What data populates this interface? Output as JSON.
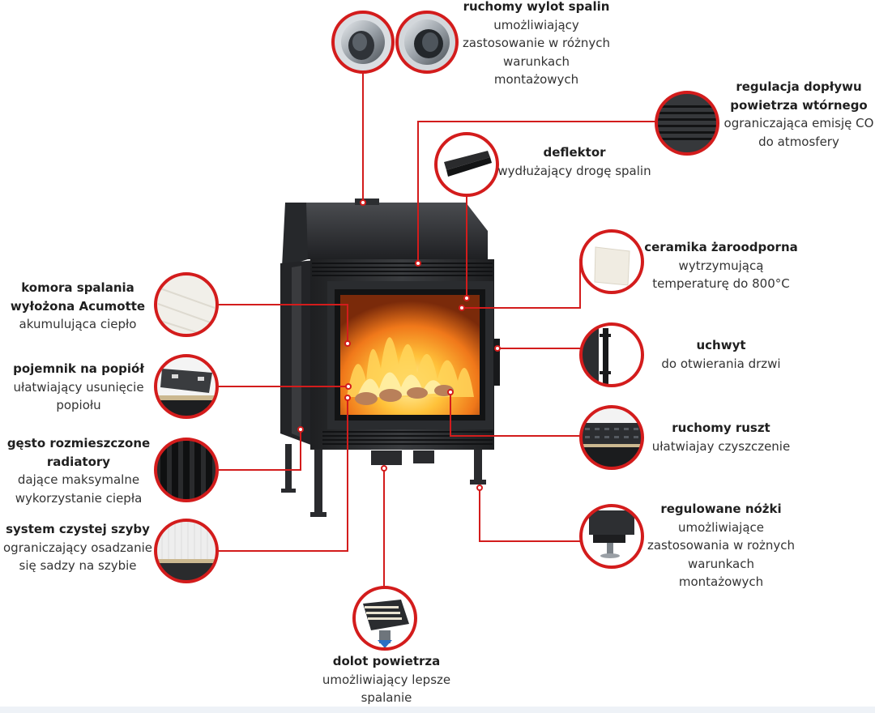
{
  "colors": {
    "accent": "#d31c1c",
    "stove": "#2b2d30",
    "flame": "#f39a1e"
  },
  "features": [
    {
      "id": "ruchomy-wylot",
      "title": [
        "ruchomy wylot spalin"
      ],
      "desc": [
        "umożliwiający",
        "zastosowanie w różnych",
        "warunkach",
        "montażowych"
      ],
      "icon": "flue-outlet-icon"
    },
    {
      "id": "regulacja-doplywu",
      "title": [
        "regulacja dopływu",
        "powietrza wtórnego"
      ],
      "desc": [
        "ograniczająca emisję CO",
        "do atmosfery"
      ],
      "icon": "air-vent-icon"
    },
    {
      "id": "deflektor",
      "title": [
        "deflektor"
      ],
      "desc": [
        "wydłużający drogę spalin"
      ],
      "icon": "deflector-icon"
    },
    {
      "id": "ceramika",
      "title": [
        "ceramika żaroodporna"
      ],
      "desc": [
        "wytrzymującą",
        "temperaturę do 800°C"
      ],
      "icon": "ceramic-plate-icon"
    },
    {
      "id": "uchwyt",
      "title": [
        "uchwyt"
      ],
      "desc": [
        "do otwierania drzwi"
      ],
      "icon": "door-handle-icon"
    },
    {
      "id": "ruchomy-ruszt",
      "title": [
        "ruchomy ruszt"
      ],
      "desc": [
        "ułatwiajay czyszczenie"
      ],
      "icon": "grate-icon"
    },
    {
      "id": "regulowane-nozki",
      "title": [
        "regulowane nóżki"
      ],
      "desc": [
        "umożliwiające",
        "zastosowania w rożnych",
        "warunkach",
        "montażowych"
      ],
      "icon": "adjustable-foot-icon"
    },
    {
      "id": "dolot-powietrza",
      "title": [
        "dolot powietrza"
      ],
      "desc": [
        "umożliwiający lepsze",
        "spalanie"
      ],
      "icon": "air-intake-icon"
    },
    {
      "id": "komora-spalania",
      "title": [
        "komora spalania",
        "wyłożona Acumotte"
      ],
      "desc": [
        "akumulująca ciepło"
      ],
      "icon": "acumotte-lining-icon"
    },
    {
      "id": "pojemnik",
      "title": [
        "pojemnik na popiół"
      ],
      "desc": [
        "ułatwiający usunięcie",
        "popiołu"
      ],
      "icon": "ash-pan-icon"
    },
    {
      "id": "radiatory",
      "title": [
        "gęsto rozmieszczone",
        "radiatory"
      ],
      "desc": [
        "dające maksymalne",
        "wykorzystanie ciepła"
      ],
      "icon": "radiator-fins-icon"
    },
    {
      "id": "system-szyby",
      "title": [
        "system czystej szyby"
      ],
      "desc": [
        "ograniczający osadzanie",
        "się sadzy na szybie"
      ],
      "icon": "clean-glass-icon"
    }
  ]
}
